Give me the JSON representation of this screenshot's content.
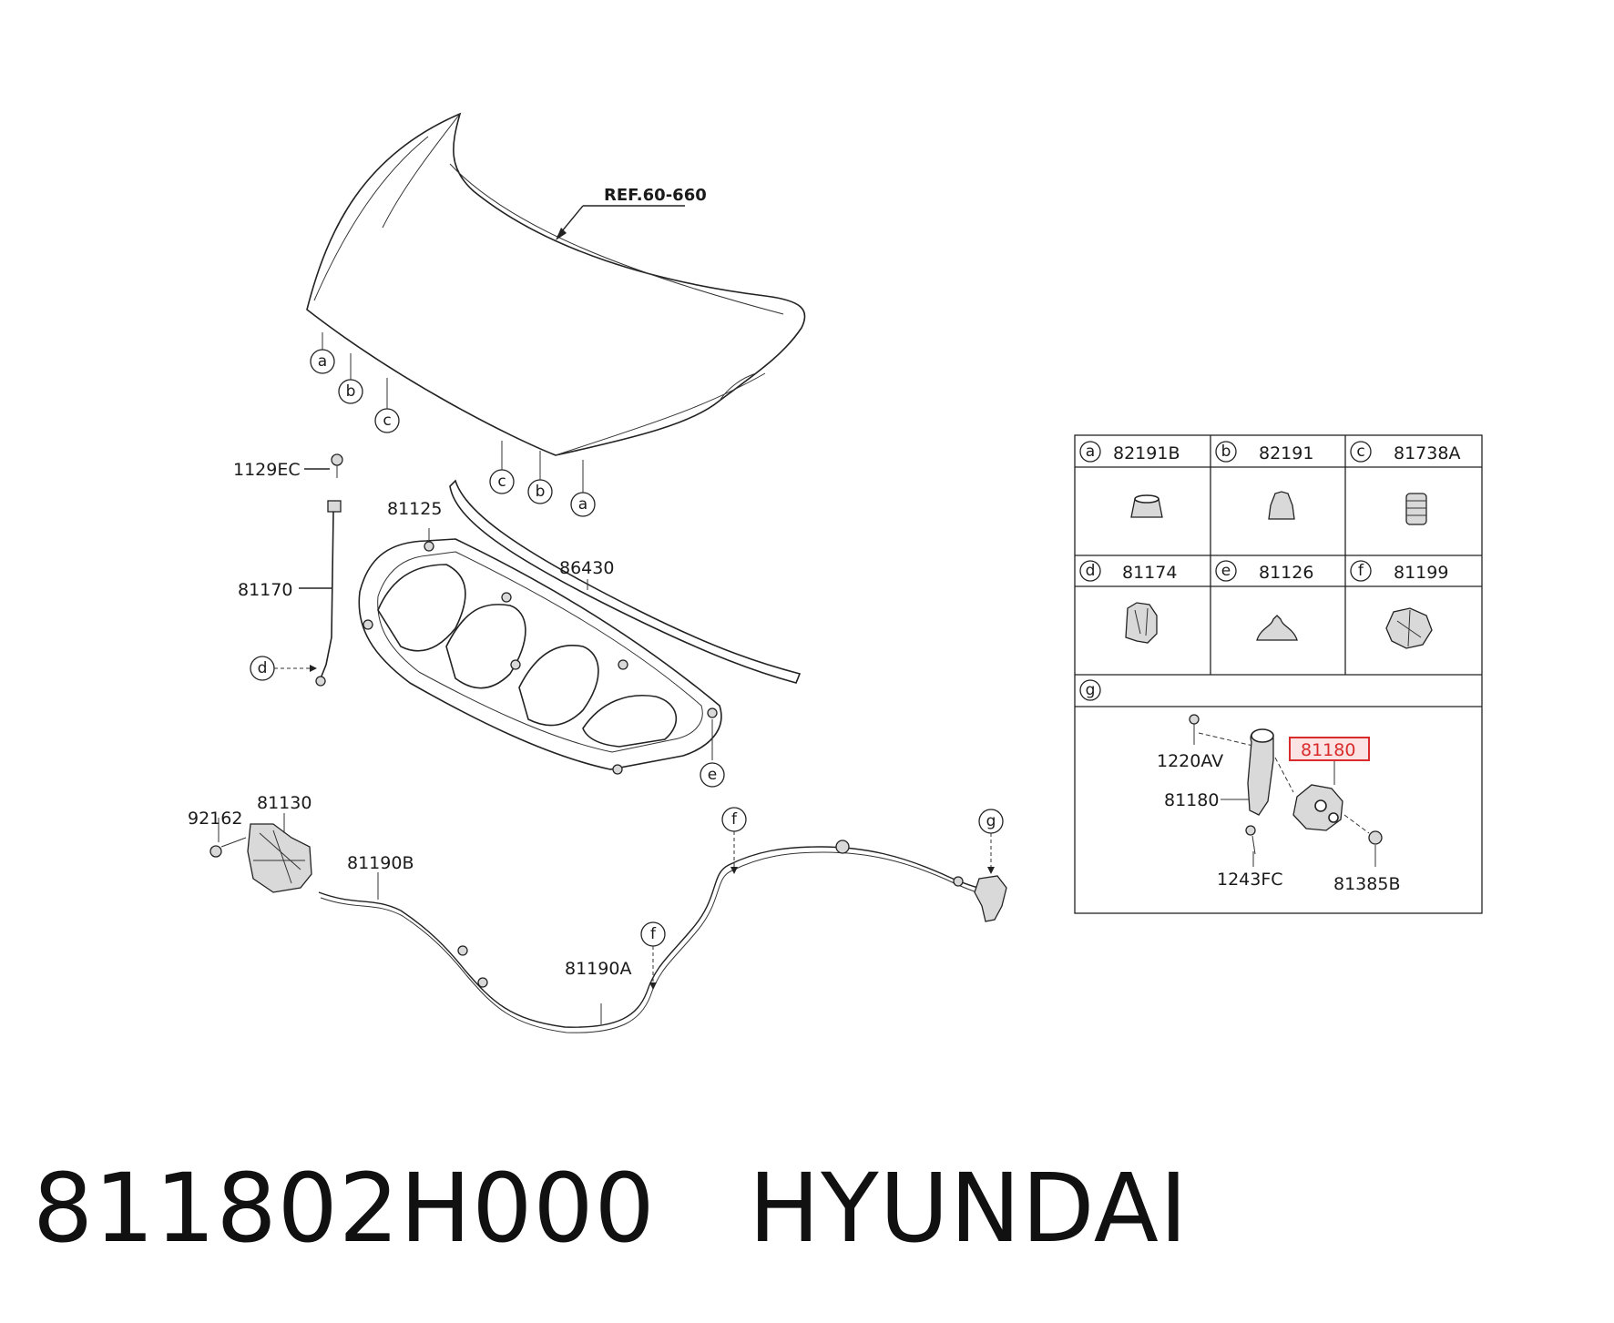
{
  "callouts": {
    "ref": "REF.60-660",
    "bolt_top": "1129EC",
    "stay_rod": "81170",
    "insulator": "81125",
    "seal": "86430",
    "bolt_left": "92162",
    "hood_latch": "81130",
    "cable_b": "81190B",
    "cable_a": "81190A",
    "bolt_1220": "1220AV",
    "handle": "81180",
    "highlight": "81180",
    "bolt_1243": "1243FC",
    "nut": "81385B"
  },
  "bubbles": {
    "a": "a",
    "b": "b",
    "c": "c",
    "d": "d",
    "e": "e",
    "f": "f",
    "g": "g"
  },
  "table": {
    "row1": [
      {
        "key": "a",
        "code": "82191B"
      },
      {
        "key": "b",
        "code": "82191"
      },
      {
        "key": "c",
        "code": "81738A"
      }
    ],
    "row2": [
      {
        "key": "d",
        "code": "81174"
      },
      {
        "key": "e",
        "code": "81126"
      },
      {
        "key": "f",
        "code": "81199"
      }
    ],
    "row3_key": "g"
  },
  "caption": {
    "part_number": "811802H000",
    "brand": "HYUNDAI"
  }
}
